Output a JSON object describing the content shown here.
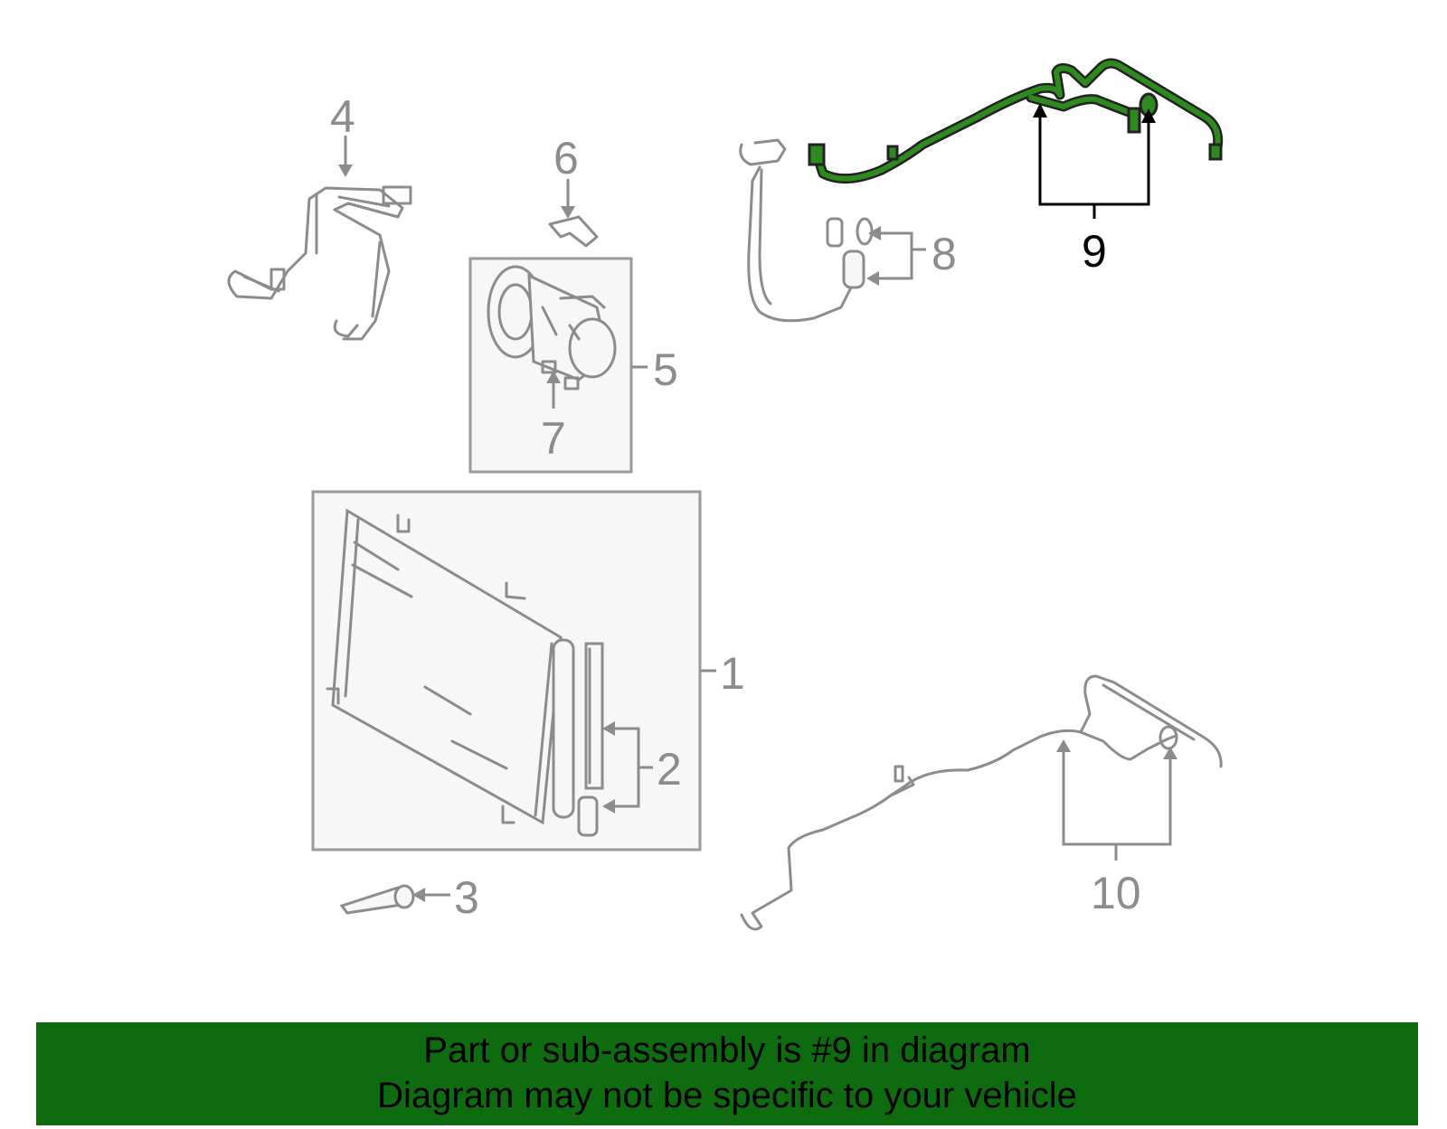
{
  "callouts": {
    "c1": "1",
    "c2": "2",
    "c3": "3",
    "c4": "4",
    "c5": "5",
    "c6": "6",
    "c7": "7",
    "c8": "8",
    "c9": "9",
    "c10": "10"
  },
  "highlighted_part": "9",
  "colors": {
    "highlight": "#2e8a1e",
    "banner": "#0f6b10",
    "line_art": "#8c8c8c"
  },
  "banner": {
    "line1": "Part or sub-assembly is #9 in diagram",
    "line2": "Diagram may not be specific to your vehicle"
  }
}
